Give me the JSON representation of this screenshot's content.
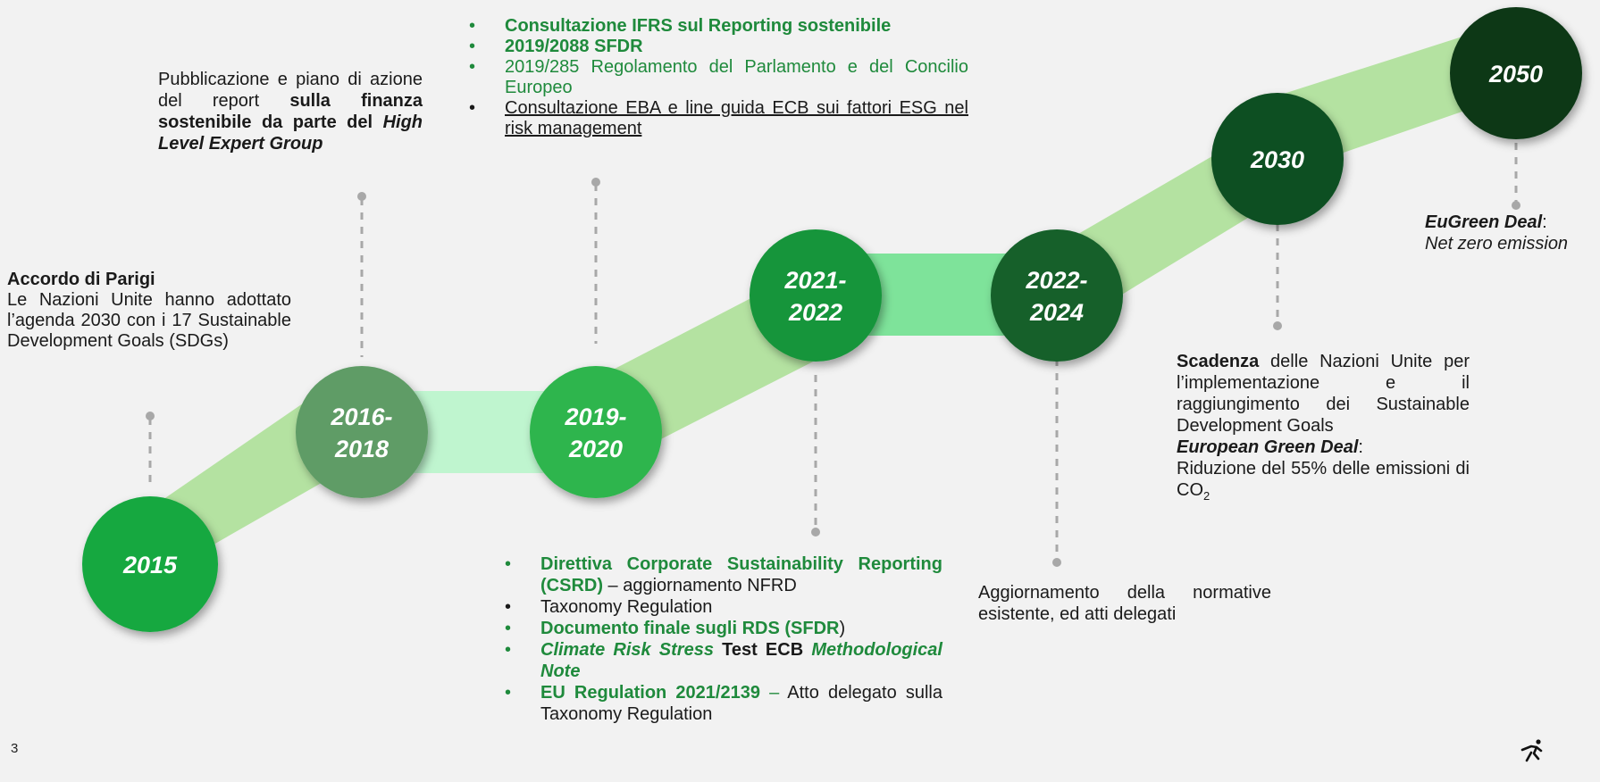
{
  "colors": {
    "band_light": "#b4e2a1",
    "band_mint": "#bff5cf",
    "band_bright": "#7ee39a",
    "connector": "#a8a8a8",
    "accent_green": "#1f8a3c"
  },
  "milestones": [
    {
      "id": "2015",
      "lines": [
        "2015"
      ],
      "color": "#12a83f"
    },
    {
      "id": "2016-2018",
      "lines": [
        "2016-",
        "2018"
      ],
      "color": "#5e9c66"
    },
    {
      "id": "2019-2020",
      "lines": [
        "2019-",
        "2020"
      ],
      "color": "#2fb54d"
    },
    {
      "id": "2021-2022",
      "lines": [
        "2021-",
        "2022"
      ],
      "color": "#15953a"
    },
    {
      "id": "2022-2024",
      "lines": [
        "2022-",
        "2024"
      ],
      "color": "#13612c"
    },
    {
      "id": "2030",
      "lines": [
        "2030"
      ],
      "color": "#0e4f21"
    },
    {
      "id": "2050",
      "lines": [
        "2050"
      ],
      "color": "#0a3716"
    }
  ],
  "notes": {
    "n2015": {
      "title": "Accordo di Parigi",
      "body": "Le Nazioni Unite hanno adottato l’agenda 2030 con i 17 Sustainable Development Goals (SDGs)"
    },
    "n2016": {
      "t1": "Pubblicazione e piano di azione del report ",
      "t2": "sulla finanza sostenibile da parte del ",
      "t3": "High Level Expert Group"
    },
    "n2019": [
      "Consultazione IFRS sul Reporting sostenibile",
      "2019/2088 SFDR",
      "2019/285 Regolamento del Parlamento e del Concilio Europeo",
      "Consultazione EBA e line guida ECB sui fattori ESG nel risk management"
    ],
    "n2021": {
      "i1_bold": "Direttiva Corporate Sustainability Reporting (CSRD)",
      "i1_rest": " – aggiornamento NFRD",
      "i2": "Taxonomy Regulation",
      "i3_bold": "Documento finale sugli RDS (SFDR",
      "i3_rest": ")",
      "i4_a": "Climate Risk Stress",
      "i4_b": " Test ECB ",
      "i4_c": "Methodological Note",
      "i5_a": "EU Regulation 2021/2139",
      "i5_dash": " – ",
      "i5_rest": "Atto delegato sulla Taxonomy Regulation"
    },
    "n2022": "Aggiornamento della normative esistente, ed atti delegati",
    "n2030": {
      "a": "Scadenza",
      "b": " delle Nazioni Unite per l’implementazione e il raggiungimento dei Sustainable Development Goals",
      "c": "European Green Deal",
      "d": ":",
      "e": "Riduzione del 55% delle emissioni di CO",
      "sub": "2"
    },
    "n2050": {
      "a": "EuGreen Deal",
      "b": ":",
      "c": "Net zero emission"
    }
  },
  "page_number": "3"
}
